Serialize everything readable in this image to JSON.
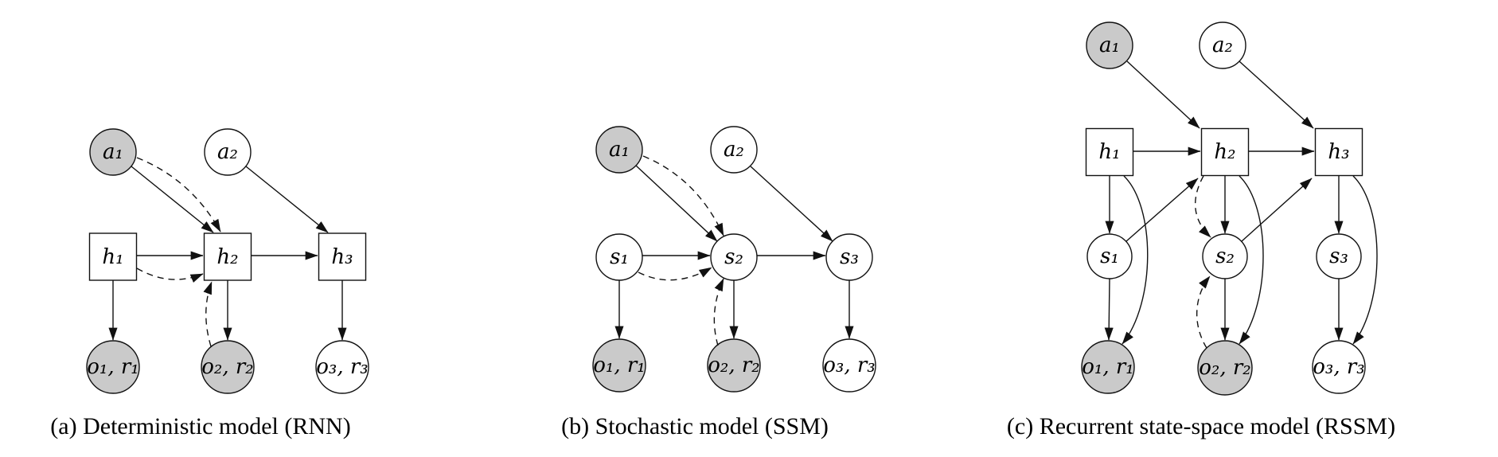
{
  "colors": {
    "shaded_node_fill": "#cacaca",
    "plain_node_fill": "#ffffff",
    "edge_color": "#111111",
    "background": "#ffffff"
  },
  "diagrams": [
    {
      "label": "a",
      "caption": "(a) Deterministic model (RNN)",
      "node_labels": {
        "a1": "a₁",
        "a2": "a₂",
        "h1": "h₁",
        "h2": "h₂",
        "h3": "h₃",
        "o1r1": "o₁, r₁",
        "o2r2": "o₂, r₂",
        "o3r3": "o₃, r₃"
      },
      "shaded_nodes": [
        "a1",
        "o1r1",
        "o2r2"
      ],
      "edges_solid": [
        "a1→h2",
        "a2→h3",
        "h1→h2",
        "h2→h3",
        "h1→o1,r1",
        "h2→o2,r2",
        "h3→o3,r3"
      ],
      "edges_dashed": [
        "a1⇢h2",
        "h1⇢h2",
        "o2,r2⇢h2"
      ]
    },
    {
      "label": "b",
      "caption": "(b) Stochastic model (SSM)",
      "node_labels": {
        "a1": "a₁",
        "a2": "a₂",
        "s1": "s₁",
        "s2": "s₂",
        "s3": "s₃",
        "o1r1": "o₁, r₁",
        "o2r2": "o₂, r₂",
        "o3r3": "o₃, r₃"
      },
      "shaded_nodes": [
        "a1",
        "o1r1",
        "o2r2"
      ],
      "edges_solid": [
        "a1→s2",
        "a2→s3",
        "s1→s2",
        "s2→s3",
        "s1→o1,r1",
        "s2→o2,r2",
        "s3→o3,r3"
      ],
      "edges_dashed": [
        "a1⇢s2",
        "s1⇢s2",
        "o2,r2⇢s2"
      ]
    },
    {
      "label": "c",
      "caption": "(c) Recurrent state-space model (RSSM)",
      "node_labels": {
        "a1": "a₁",
        "a2": "a₂",
        "h1": "h₁",
        "h2": "h₂",
        "h3": "h₃",
        "s1": "s₁",
        "s2": "s₂",
        "s3": "s₃",
        "o1r1": "o₁, r₁",
        "o2r2": "o₂, r₂",
        "o3r3": "o₃, r₃"
      },
      "shaded_nodes": [
        "a1",
        "o1r1",
        "o2r2"
      ],
      "edges_solid": [
        "a1→h2",
        "a2→h3",
        "h1→h2",
        "h2→h3",
        "h1→s1",
        "h2→s2",
        "h3→s3",
        "s1→h2",
        "s2→h3",
        "s1→o1,r1",
        "s2→o2,r2",
        "s3→o3,r3",
        "h1→o1,r1",
        "h2→o2,r2",
        "h3→o3,r3"
      ],
      "edges_dashed": [
        "h2⇢s2",
        "o2,r2⇢s2"
      ]
    }
  ]
}
